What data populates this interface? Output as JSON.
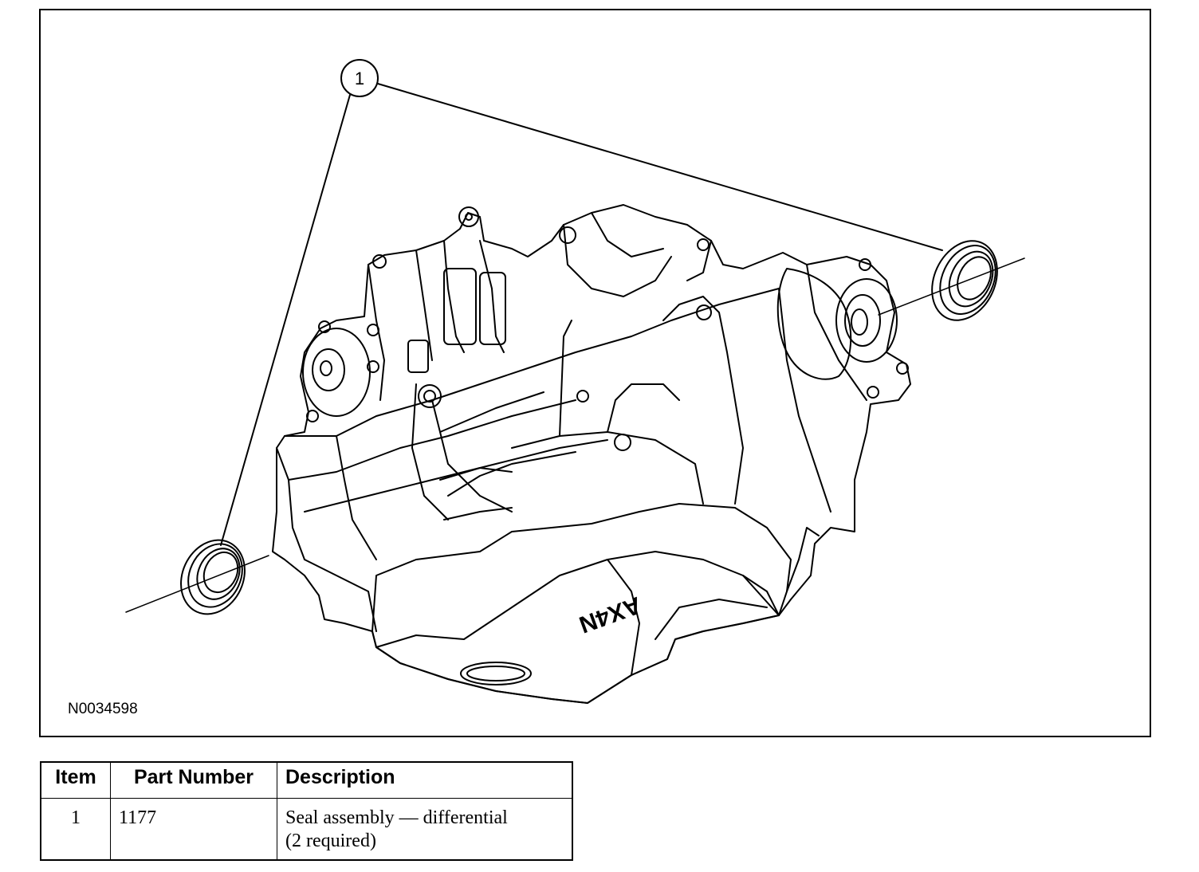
{
  "figure": {
    "id": "N0034598",
    "callout": "1",
    "housing_text": "AX4N"
  },
  "table": {
    "headers": [
      "Item",
      "Part Number",
      "Description"
    ],
    "rows": [
      {
        "item": "1",
        "part_number": "1177",
        "description_line1": "Seal assembly — differential",
        "description_line2": "(2 required)"
      }
    ]
  }
}
